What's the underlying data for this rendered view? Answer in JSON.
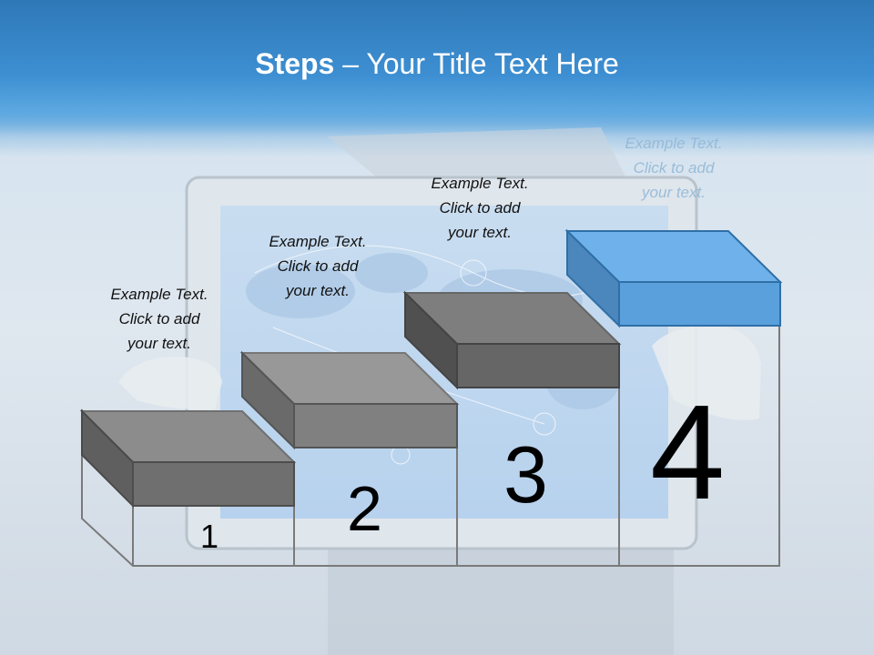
{
  "title": {
    "bold": "Steps",
    "rest": " – Your Title Text Here"
  },
  "steps": [
    {
      "number": "1",
      "line1": "Example Text.",
      "line2": "Click  to add",
      "line3": "your text."
    },
    {
      "number": "2",
      "line1": "Example Text.",
      "line2": "Click  to add",
      "line3": "your text."
    },
    {
      "number": "3",
      "line1": "Example Text.",
      "line2": "Click  to add",
      "line3": "your text."
    },
    {
      "number": "4",
      "line1": "Example Text.",
      "line2": "Click  to add",
      "line3": "your text."
    }
  ],
  "colors": {
    "accent": "#4a90d0",
    "step_gray": "#8a8a8a",
    "header": "#3a86c6"
  }
}
